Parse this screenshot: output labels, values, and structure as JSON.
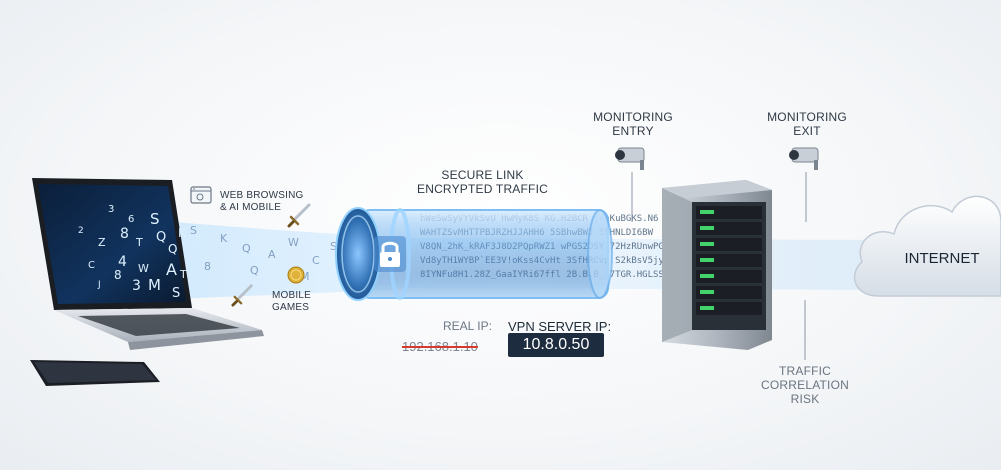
{
  "labels": {
    "secure_link": "SECURE LINK",
    "encrypted_traffic": "ENCRYPTED TRAFFIC",
    "monitoring_entry_1": "MONITORING",
    "monitoring_entry_2": "ENTRY",
    "monitoring_exit_1": "MONITORING",
    "monitoring_exit_2": "EXIT",
    "web_browsing_1": "WEB BROWSING",
    "web_browsing_2": "& AI MOBILE",
    "mobile_games_1": "MOBILE",
    "mobile_games_2": "GAMES",
    "real_ip_label": "REAL IP:",
    "real_ip_value": "192.168.1.10",
    "vpn_ip_label": "VPN SERVER IP:",
    "vpn_ip_value": "10.8.0.50",
    "internet": "INTERNET",
    "traffic_corr_1": "TRAFFIC",
    "traffic_corr_2": "CORRELATION",
    "traffic_corr_3": "RISK"
  },
  "laptop_chars": [
    "3",
    "S",
    "8",
    "K",
    "Q",
    "T",
    "Z",
    "4",
    "A",
    "W",
    "M",
    "C",
    "6",
    "3",
    "S",
    "8",
    "Q",
    "2",
    "J",
    "T"
  ],
  "cipher_rows": [
    "hWeSwSyVYVkSvU`HwMyK8S   KG.H2BCR   jVoKuBGKS.N6",
    "WAHTZSvMHTTPBJRZHJJAHH6  5SBhwBWJ   59HNLDI6BW",
    "V8QN_2hK_kRAF3J8D2PQpRWZ1 wPGS2DSY  72HzRUnwPGM",
    "Vd8yTH1WYBP`EE3V!oKss4CvHt 3SfHRCvp  S2kBsV5jyt",
    "8IYNFu8H1.28Z_GaaIYRi67ffl  2B.B.B_  7TGR.HGLSS"
  ],
  "colors": {
    "tunnel": "#4a8fd6",
    "tunnel_glow": "#9fd0ff",
    "vpn_box": "#1e2c3f",
    "strike": "#d63a2f"
  },
  "icons": [
    "browser-window-icon",
    "sword-icon",
    "coin-icon",
    "lock-icon",
    "security-camera-icon",
    "server-rack-icon",
    "cloud-icon",
    "laptop-icon",
    "smartphone-icon"
  ]
}
